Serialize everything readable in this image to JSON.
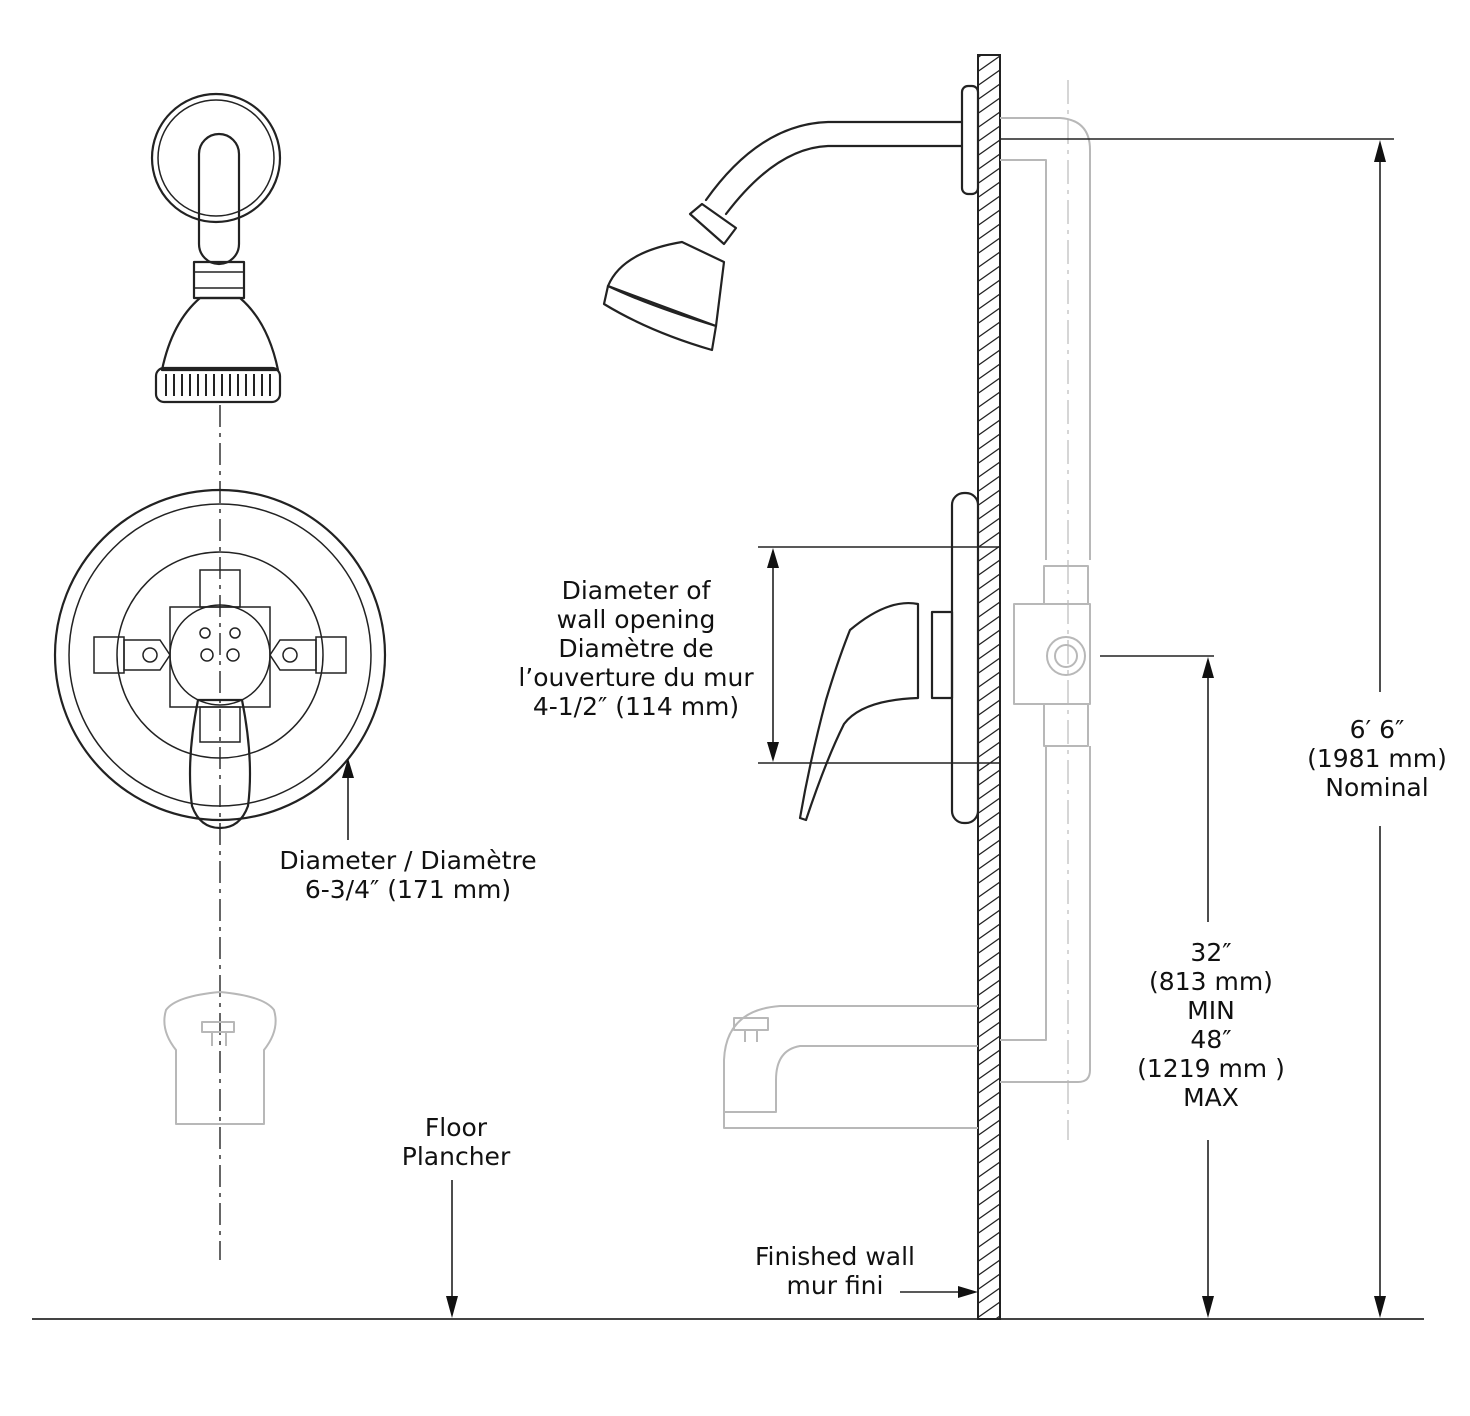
{
  "labels": {
    "wall_opening": [
      "Diameter of",
      "wall opening",
      "Diamètre de",
      "l’ouverture du mur",
      "4-1/2″ (114 mm)"
    ],
    "trim_diameter": [
      "Diameter / Diamètre",
      "6-3/4″ (171 mm)"
    ],
    "floor": [
      "Floor",
      "Plancher"
    ],
    "finished_wall": [
      "Finished wall",
      "mur fini"
    ],
    "valve_height": [
      "32″",
      "(813 mm)",
      "MIN",
      "48″",
      "(1219 mm )",
      "MAX"
    ],
    "shower_height": [
      "6′ 6″",
      "(1981 mm)",
      "Nominal"
    ]
  },
  "colors": {
    "line": "#222222",
    "hidden_lines": "#b8b8b8",
    "background": "#ffffff"
  }
}
